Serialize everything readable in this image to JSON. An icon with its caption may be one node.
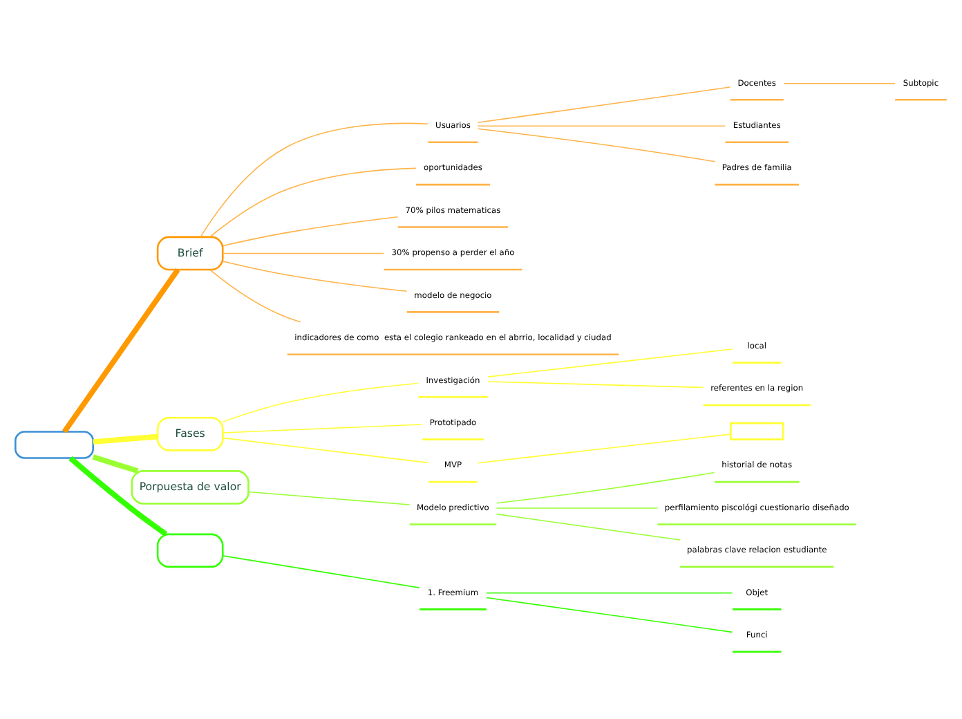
{
  "diagram": {
    "nodes": [
      {
        "text": [],
        "shape": "box"
      },
      {
        "text": [
          "Brief"
        ]
      },
      {
        "text": [
          "Usuarios"
        ]
      },
      {
        "text": [
          "Docentes"
        ]
      },
      {
        "text": [
          "Subtopic"
        ]
      },
      {
        "text": [
          "Estudiantes"
        ]
      },
      {
        "text": [
          "Padres de familia"
        ]
      },
      {
        "text": [
          "oportunidades"
        ]
      },
      {
        "text": [
          "70% pilos matematicas"
        ]
      },
      {
        "text": [
          "30% propenso a perder el año"
        ]
      },
      {
        "text": [
          "modelo de negocio"
        ]
      },
      {
        "text": [
          "indicadores de como  esta el colegio rankeado en el abrrio, localidad y ciudad"
        ]
      },
      {
        "text": [
          "Fases"
        ]
      },
      {
        "text": [
          "Investigación"
        ]
      },
      {
        "text": [
          "local"
        ]
      },
      {
        "text": [
          "referentes en la region"
        ]
      },
      {
        "text": [
          "Prototipado"
        ]
      },
      {
        "text": [
          "MVP"
        ]
      },
      {
        "text": [],
        "shape": "box"
      },
      {
        "text": [
          "Porpuesta de valor"
        ]
      },
      {
        "text": [
          "Modelo predictivo"
        ]
      },
      {
        "text": [
          "historial de notas"
        ]
      },
      {
        "text": [
          "perfilamiento piscológi cuestionario diseñado"
        ]
      },
      {
        "text": [
          "palabras clave relacion estudiante"
        ]
      },
      {
        "text": [],
        "shape": "box"
      },
      {
        "text": [
          "1. Freemium"
        ]
      },
      {
        "text": [
          "Objet"
        ]
      },
      {
        "text": [
          "Funci"
        ]
      }
    ],
    "edges": [
      {
        "from": 0,
        "to": 1,
        "arrow": "none",
        "style": "thick",
        "color": "#ff9900"
      },
      {
        "from": 1,
        "to": 2,
        "arrow": "none",
        "color": "#ffb347"
      },
      {
        "from": 2,
        "to": 3,
        "arrow": "none",
        "color": "#ffb347"
      },
      {
        "from": 3,
        "to": 4,
        "arrow": "none",
        "color": "#ffb347"
      },
      {
        "from": 2,
        "to": 5,
        "arrow": "none",
        "color": "#ffb347"
      },
      {
        "from": 2,
        "to": 6,
        "arrow": "none",
        "color": "#ffb347"
      },
      {
        "from": 1,
        "to": 7,
        "arrow": "none",
        "color": "#ffb347"
      },
      {
        "from": 1,
        "to": 8,
        "arrow": "none",
        "color": "#ffb347"
      },
      {
        "from": 1,
        "to": 9,
        "arrow": "none",
        "color": "#ffb347"
      },
      {
        "from": 1,
        "to": 10,
        "arrow": "none",
        "color": "#ffb347"
      },
      {
        "from": 1,
        "to": 11,
        "arrow": "none",
        "color": "#ffb347"
      },
      {
        "from": 0,
        "to": 12,
        "arrow": "none",
        "style": "thick",
        "color": "#ffff33"
      },
      {
        "from": 12,
        "to": 13,
        "arrow": "none",
        "color": "#ffff33"
      },
      {
        "from": 13,
        "to": 14,
        "arrow": "none",
        "color": "#ffff33"
      },
      {
        "from": 13,
        "to": 15,
        "arrow": "none",
        "color": "#ffff33"
      },
      {
        "from": 12,
        "to": 16,
        "arrow": "none",
        "color": "#ffff33"
      },
      {
        "from": 12,
        "to": 17,
        "arrow": "none",
        "color": "#ffff33"
      },
      {
        "from": 17,
        "to": 18,
        "arrow": "none",
        "color": "#ffff33"
      },
      {
        "from": 0,
        "to": 19,
        "arrow": "none",
        "style": "thick",
        "color": "#99ff33"
      },
      {
        "from": 19,
        "to": 20,
        "arrow": "none",
        "color": "#99ff33"
      },
      {
        "from": 20,
        "to": 21,
        "arrow": "none",
        "color": "#99ff33"
      },
      {
        "from": 20,
        "to": 22,
        "arrow": "none",
        "color": "#99ff33"
      },
      {
        "from": 20,
        "to": 23,
        "arrow": "none",
        "color": "#99ff33"
      },
      {
        "from": 0,
        "to": 24,
        "arrow": "none",
        "style": "thick",
        "color": "#33ff00"
      },
      {
        "from": 24,
        "to": 25,
        "arrow": "none",
        "color": "#33ff00"
      },
      {
        "from": 25,
        "to": 26,
        "arrow": "none",
        "color": "#33ff00"
      },
      {
        "from": 25,
        "to": 27,
        "arrow": "none",
        "color": "#33ff00"
      }
    ]
  }
}
